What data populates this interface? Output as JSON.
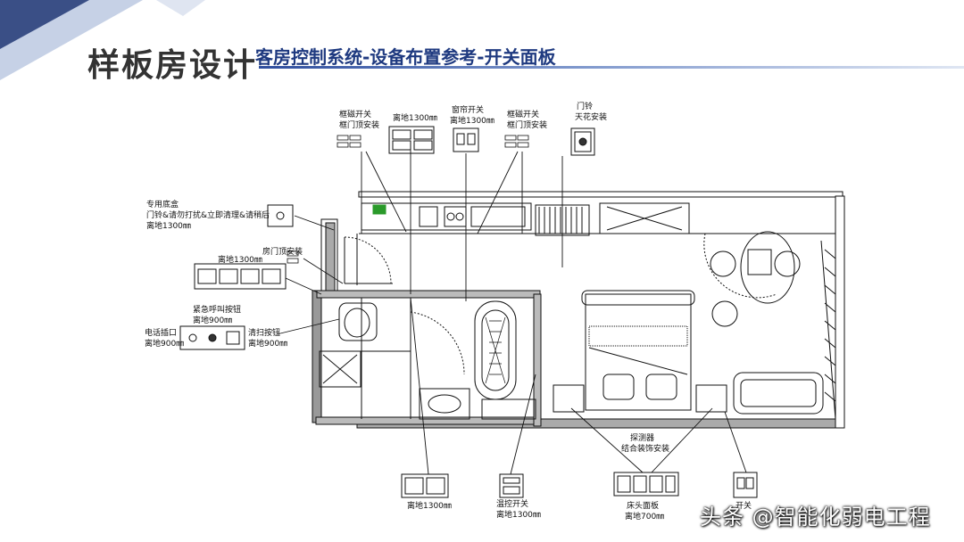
{
  "header": {
    "title": "样板房设计",
    "subtitle": "客房控制系统-设备布置参考-开关面板"
  },
  "labels": {
    "door_mag_left": [
      "框磁开关",
      "框门顶安装"
    ],
    "height_1300_top": "离地1300㎜",
    "curtain_switch": [
      "窗帘开关",
      "离地1300㎜"
    ],
    "door_mag_right": [
      "框磁开关",
      "框门顶安装"
    ],
    "doorbell": [
      "门铃",
      "天花安装"
    ],
    "special_box": [
      "专用底盒",
      "门铃&请勿打扰&立即清理&请稍后",
      "离地1300㎜"
    ],
    "room_door_top": "房门顶安装",
    "height_1300_left": "离地1300㎜",
    "emergency_call": [
      "紧急呼叫按钮",
      "离地900㎜"
    ],
    "phone_port": [
      "电话插口",
      "离地900㎜"
    ],
    "cleaning_button": [
      "清扫按钮",
      "离地900㎜"
    ],
    "height_1300_bottom": "离地1300㎜",
    "thermostat": [
      "温控开关",
      "离地1300㎜"
    ],
    "sensor": [
      "探测器",
      "结合装饰安装"
    ],
    "bedside_panel": [
      "床头面板",
      "离地700㎜"
    ],
    "side_switch": "开关"
  },
  "watermark": "头条 @智能化弱电工程",
  "colors": {
    "title": "#333333",
    "subtitle": "#1f3a80",
    "corner_dark": "#3a4f86",
    "corner_light": "#c6d1e6",
    "line": "#111111",
    "green_tag": "#2a9a2a"
  }
}
